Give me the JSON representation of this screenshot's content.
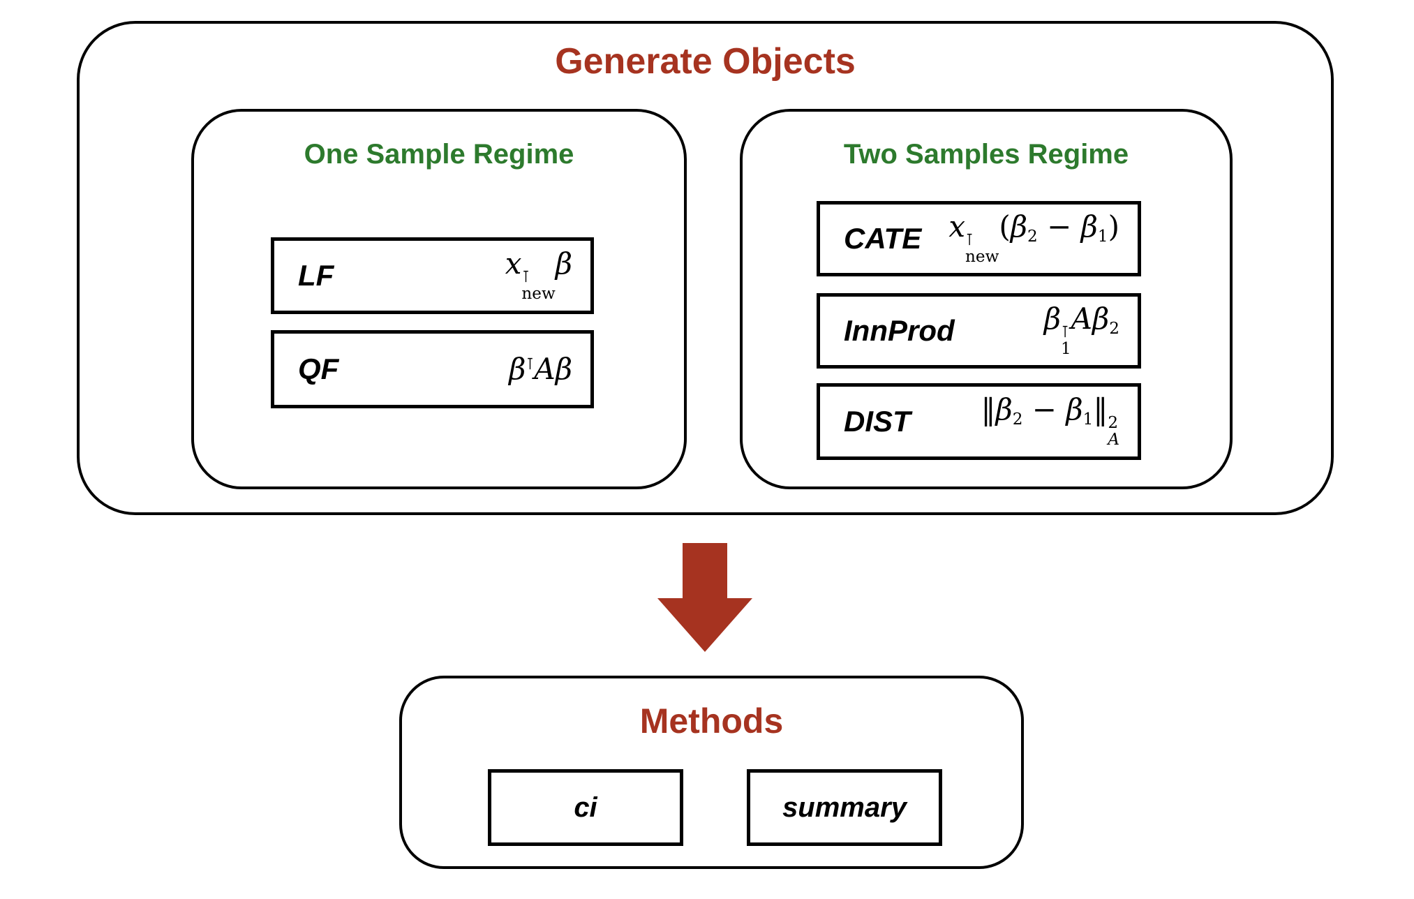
{
  "palette": {
    "red": "#a63320",
    "green": "#2d7a2d",
    "line": "#000000"
  },
  "generate": {
    "title": "Generate Objects",
    "one_sample": {
      "title": "One Sample Regime",
      "items": [
        {
          "label": "LF",
          "formula": [
            {
              "t": "i",
              "v": "x"
            },
            {
              "t": "st",
              "top": "⊺",
              "topStyle": "sym",
              "bot": "new",
              "botStyle": "r"
            },
            {
              "t": "i",
              "v": "β"
            }
          ]
        },
        {
          "label": "QF",
          "formula": [
            {
              "t": "i",
              "v": "β"
            },
            {
              "t": "sp",
              "v": "⊺",
              "s": "sym"
            },
            {
              "t": "i",
              "v": "A"
            },
            {
              "t": "i",
              "v": "β"
            }
          ]
        }
      ]
    },
    "two_samples": {
      "title": "Two Samples Regime",
      "items": [
        {
          "label": "CATE",
          "formula": [
            {
              "t": "i",
              "v": "x"
            },
            {
              "t": "st",
              "top": "⊺",
              "topStyle": "sym",
              "bot": "new",
              "botStyle": "r"
            },
            {
              "t": "r",
              "v": "("
            },
            {
              "t": "i",
              "v": "β"
            },
            {
              "t": "sb",
              "v": "2"
            },
            {
              "t": "r",
              "v": " − "
            },
            {
              "t": "i",
              "v": "β"
            },
            {
              "t": "sb",
              "v": "1"
            },
            {
              "t": "r",
              "v": ")"
            }
          ]
        },
        {
          "label": "InnProd",
          "formula": [
            {
              "t": "i",
              "v": "β"
            },
            {
              "t": "st",
              "top": "⊺",
              "topStyle": "sym",
              "bot": "1",
              "botStyle": "r"
            },
            {
              "t": "i",
              "v": "A"
            },
            {
              "t": "i",
              "v": "β"
            },
            {
              "t": "sb",
              "v": "2"
            }
          ]
        },
        {
          "label": "DIST",
          "formula": [
            {
              "t": "r",
              "v": "‖"
            },
            {
              "t": "i",
              "v": "β"
            },
            {
              "t": "sb",
              "v": "2"
            },
            {
              "t": "r",
              "v": " − "
            },
            {
              "t": "i",
              "v": "β"
            },
            {
              "t": "sb",
              "v": "1"
            },
            {
              "t": "r",
              "v": "‖"
            },
            {
              "t": "st",
              "top": "2",
              "topStyle": "r",
              "bot": "A",
              "botStyle": "it"
            }
          ]
        }
      ]
    }
  },
  "methods": {
    "title": "Methods",
    "items": [
      {
        "label": "ci"
      },
      {
        "label": "summary"
      }
    ]
  }
}
